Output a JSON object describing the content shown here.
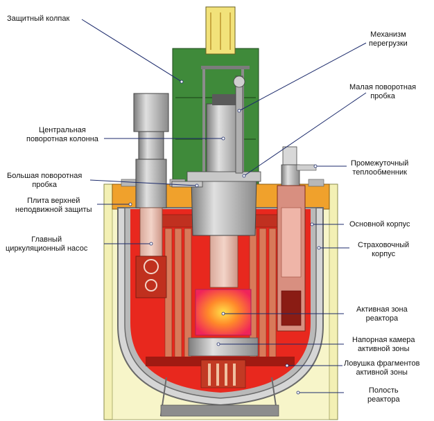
{
  "labels": {
    "protective_cap": "Защитный колпак",
    "refueling_mechanism": [
      "Механизм",
      "перегрузки"
    ],
    "small_rotating_plug": [
      "Малая поворотная",
      "пробка"
    ],
    "central_rotating_column": [
      "Центральная",
      "поворотная колонна"
    ],
    "intermediate_heat_exchanger": [
      "Промежуточный",
      "теплообменник"
    ],
    "large_rotating_plug": [
      "Большая поворотная",
      "пробка"
    ],
    "upper_fixed_shield_plate": [
      "Плита верхней",
      "неподвижной защиты"
    ],
    "main_vessel": "Основной корпус",
    "main_circulation_pump": [
      "Главный",
      "циркуляционный насос"
    ],
    "guard_vessel": [
      "Страховочный",
      "корпус"
    ],
    "reactor_core": [
      "Активная зона",
      "реактора"
    ],
    "core_pressure_chamber": [
      "Напорная камера",
      "активной зоны"
    ],
    "core_catcher": [
      "Ловушка фрагментов",
      "активной зоны"
    ],
    "reactor_cavity": [
      "Полость",
      "реактора"
    ]
  },
  "colors": {
    "concrete": "#f3f0b4",
    "concrete_edge": "#8a8a4a",
    "green_building": "#3f8a3a",
    "green_dark": "#2c6428",
    "yellow_block": "#f2e27a",
    "orange_plate": "#f0a12c",
    "sodium_red": "#e8281e",
    "sodium_dark": "#b01510",
    "steel": "#9c9c9c",
    "steel_light": "#d4d4d4",
    "core_hot": "#ffe04a",
    "leader": "#1b2a6b"
  }
}
